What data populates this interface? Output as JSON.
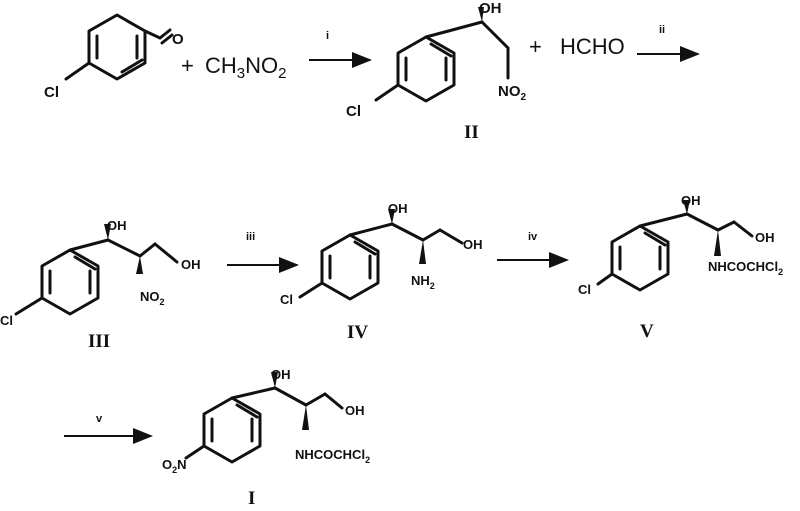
{
  "reagents": {
    "plus": "+",
    "nitromethane": {
      "main": "CH",
      "sub1": "3",
      "mid": "NO",
      "sub2": "2"
    },
    "formaldehyde": "HCHO"
  },
  "steps": {
    "i": "i",
    "ii": "ii",
    "iii": "iii",
    "iv": "iv",
    "v": "v"
  },
  "compounds": {
    "II": "II",
    "III": "III",
    "IV": "IV",
    "V": "V",
    "I": "I"
  },
  "atoms": {
    "cl": "Cl",
    "o": "O",
    "oh": "OH",
    "nh2": {
      "main": "NH",
      "sub": "2"
    },
    "no2": {
      "main": "NO",
      "sub": "2"
    },
    "nhcochcl2": {
      "main": "NHCOCHCl",
      "sub": "2"
    },
    "o2n": {
      "pre": "O",
      "sub": "2",
      "post": "N"
    }
  }
}
